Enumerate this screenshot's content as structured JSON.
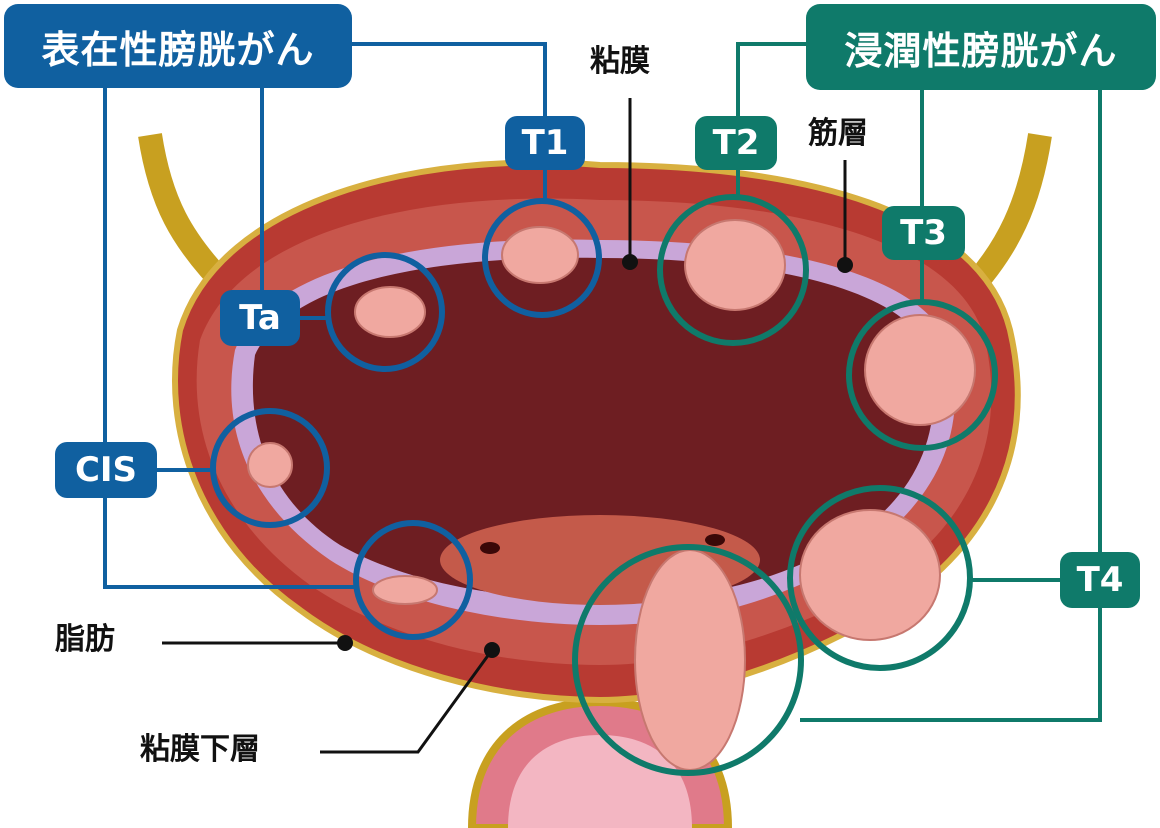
{
  "groups": {
    "superficial": {
      "title": "表在性膀胱がん",
      "color": "#1060a0"
    },
    "invasive": {
      "title": "浸潤性膀胱がん",
      "color": "#0f7a6a"
    }
  },
  "stages": {
    "ta": "Ta",
    "cis": "CIS",
    "t1": "T1",
    "t2": "T2",
    "t3": "T3",
    "t4": "T4"
  },
  "anatomy": {
    "mucosa": "粘膜",
    "muscle": "筋層",
    "fat": "脂肪",
    "submucosa": "粘膜下層"
  }
}
